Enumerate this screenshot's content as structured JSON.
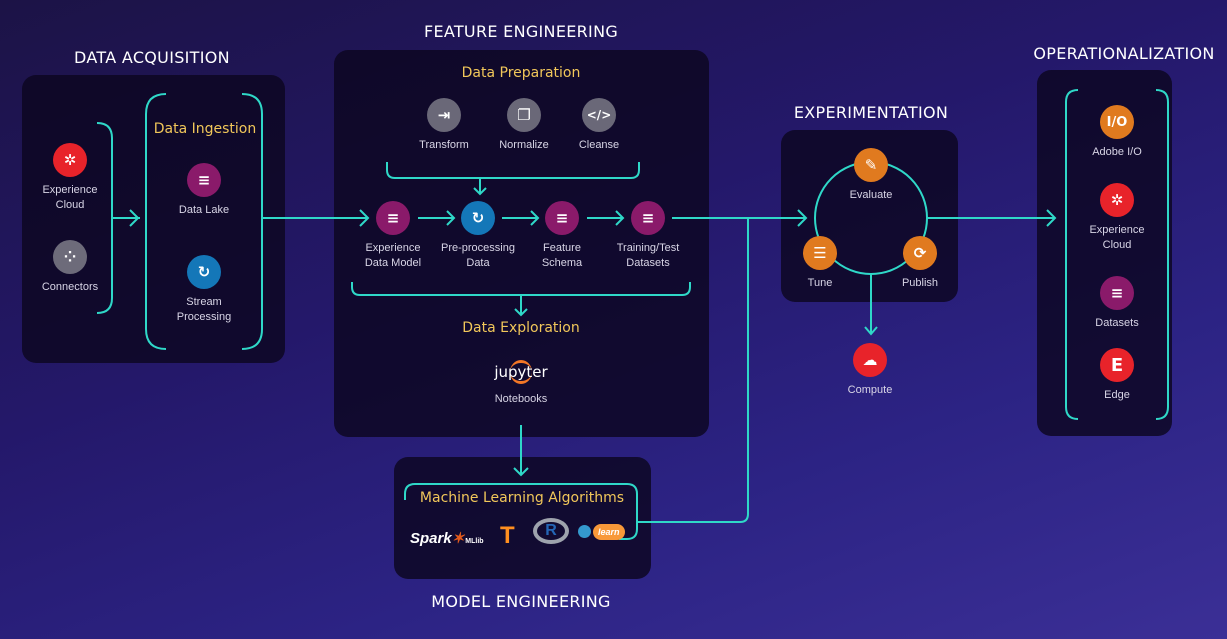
{
  "sections": {
    "acquisition": "DATA ACQUISITION",
    "feature": "FEATURE ENGINEERING",
    "experimentation": "EXPERIMENTATION",
    "operationalization": "OPERATIONALIZATION",
    "model": "MODEL ENGINEERING"
  },
  "subsections": {
    "ingestion": "Data Ingestion",
    "preparation": "Data Preparation",
    "exploration": "Data Exploration",
    "ml": "Machine Learning Algorithms"
  },
  "nodes": {
    "exp_cloud": "Experience Cloud",
    "connectors": "Connectors",
    "data_lake": "Data Lake",
    "stream": "Stream Processing",
    "transform": "Transform",
    "normalize": "Normalize",
    "cleanse": "Cleanse",
    "edm": "Experience Data Model",
    "preproc": "Pre-processing Data",
    "schema": "Feature Schema",
    "training": "Training/Test Datasets",
    "notebooks": "Notebooks",
    "evaluate": "Evaluate",
    "tune": "Tune",
    "publish": "Publish",
    "compute": "Compute",
    "adobe_io": "Adobe I/O",
    "exp_cloud2": "Experience Cloud",
    "datasets": "Datasets",
    "edge": "Edge"
  },
  "logos": {
    "jupyter": "jupyter",
    "spark": "Spark",
    "mllib": "MLlib",
    "r": "R",
    "sklearn": "learn",
    "io": "I/O",
    "edge": "E"
  },
  "colors": {
    "line": "#2fd8c8",
    "red": "#e8232a",
    "magenta": "#8a1a6a",
    "blue": "#1477b8",
    "orange": "#e07a1f",
    "gray": "#6a6878",
    "heading": "#f1c75a"
  }
}
